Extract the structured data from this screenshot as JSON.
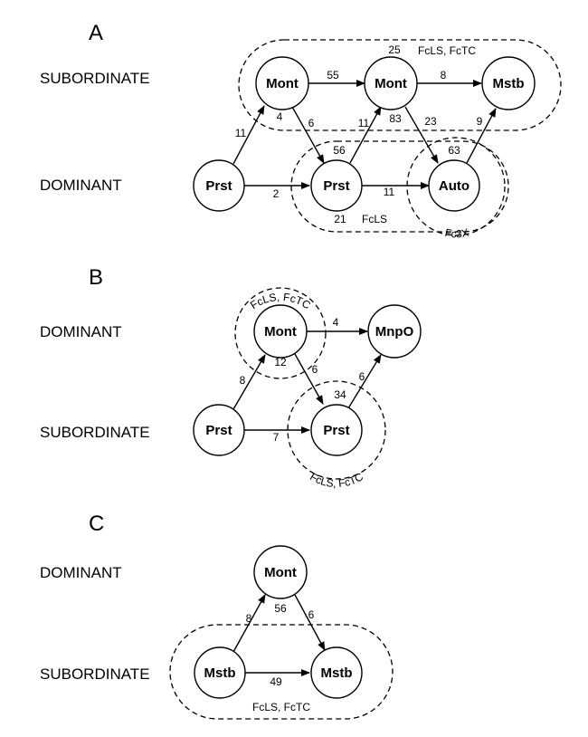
{
  "panels": {
    "a": {
      "letter": "A",
      "rows": {
        "top": "SUBORDINATE",
        "bottom": "DOMINANT"
      },
      "nodes": {
        "mont1": "Mont",
        "mont2": "Mont",
        "mstb": "Mstb",
        "prst1": "Prst",
        "prst2": "Prst",
        "auto": "Auto"
      },
      "edges": {
        "mont1_mont2": "55",
        "mont2_mstb": "8",
        "prst1_mont1": "11",
        "mont1_prst2": "6",
        "prst2_mont2": "11",
        "mont2_auto": "23",
        "auto_mstb": "9",
        "prst1_prst2": "2",
        "prst2_auto": "11"
      },
      "values": {
        "mont1": "4",
        "mont2_top": "25",
        "mont2_bottom": "83",
        "prst2": "56",
        "auto": "63",
        "group_prst": "21"
      },
      "groups": {
        "subordinate": "FcLS, FcTC",
        "prst": "FcLS",
        "auto": "Fc3X"
      }
    },
    "b": {
      "letter": "B",
      "rows": {
        "top": "DOMINANT",
        "bottom": "SUBORDINATE"
      },
      "nodes": {
        "mont": "Mont",
        "mnpo": "MnpO",
        "prst1": "Prst",
        "prst2": "Prst"
      },
      "edges": {
        "mont_mnpo": "4",
        "prst1_mont": "8",
        "mont_prst2": "6",
        "prst2_mnpo": "6",
        "prst1_prst2": "7"
      },
      "values": {
        "mont": "12",
        "prst2": "34"
      },
      "groups": {
        "mont": "FcLS, FcTC",
        "prst": "FcLS, FcTC"
      }
    },
    "c": {
      "letter": "C",
      "rows": {
        "top": "DOMINANT",
        "bottom": "SUBORDINATE"
      },
      "nodes": {
        "mont": "Mont",
        "mstb1": "Mstb",
        "mstb2": "Mstb"
      },
      "edges": {
        "mstb1_mont": "8",
        "mont_mstb2": "6",
        "mstb1_mstb2": "49"
      },
      "values": {
        "mont": "56"
      },
      "groups": {
        "subordinate": "FcLS, FcTC"
      }
    }
  }
}
